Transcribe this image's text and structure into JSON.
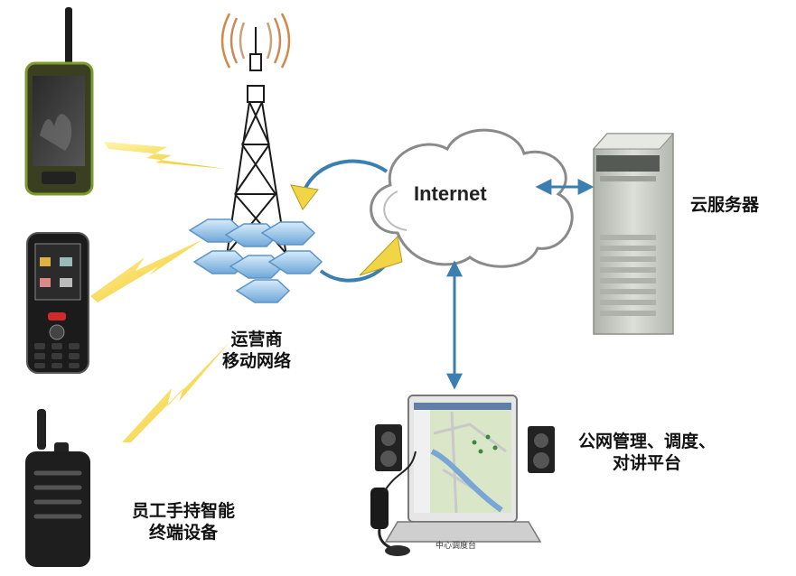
{
  "labels": {
    "internet": "Internet",
    "cloud_server": "云服务器",
    "operator_line1": "运营商",
    "operator_line2": "移动网络",
    "platform_line1": "公网管理、调度、",
    "platform_line2": "对讲平台",
    "terminal_line1": "员工手持智能",
    "terminal_line2": "终端设备",
    "console_caption": "中心调度台"
  },
  "colors": {
    "arrow_blue": "#3b7fb0",
    "hex_blue": "#8fc0e8",
    "lightning_yellow": "#f5d23a",
    "device_green": "#6a7f2a",
    "server_gray": "#c9cdc6"
  }
}
